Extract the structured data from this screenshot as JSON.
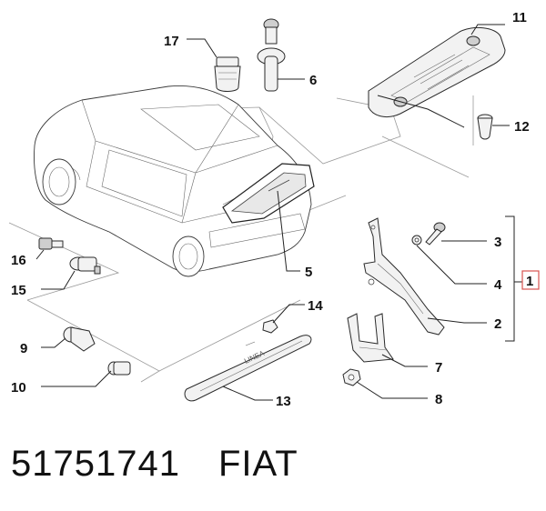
{
  "callouts": [
    {
      "id": "c17",
      "label": "17"
    },
    {
      "id": "c6",
      "label": "6"
    },
    {
      "id": "c11",
      "label": "11"
    },
    {
      "id": "c12",
      "label": "12"
    },
    {
      "id": "c3",
      "label": "3"
    },
    {
      "id": "c4",
      "label": "4"
    },
    {
      "id": "c1",
      "label": "1"
    },
    {
      "id": "c2",
      "label": "2"
    },
    {
      "id": "c7",
      "label": "7"
    },
    {
      "id": "c8",
      "label": "8"
    },
    {
      "id": "c5",
      "label": "5"
    },
    {
      "id": "c14",
      "label": "14"
    },
    {
      "id": "c13",
      "label": "13"
    },
    {
      "id": "c16",
      "label": "16"
    },
    {
      "id": "c15",
      "label": "15"
    },
    {
      "id": "c9",
      "label": "9"
    },
    {
      "id": "c10",
      "label": "10"
    }
  ],
  "caption": {
    "part_number": "51751741",
    "brand": "FIAT"
  },
  "highlight_color": "#d9534f",
  "badge_text": "LINEA"
}
